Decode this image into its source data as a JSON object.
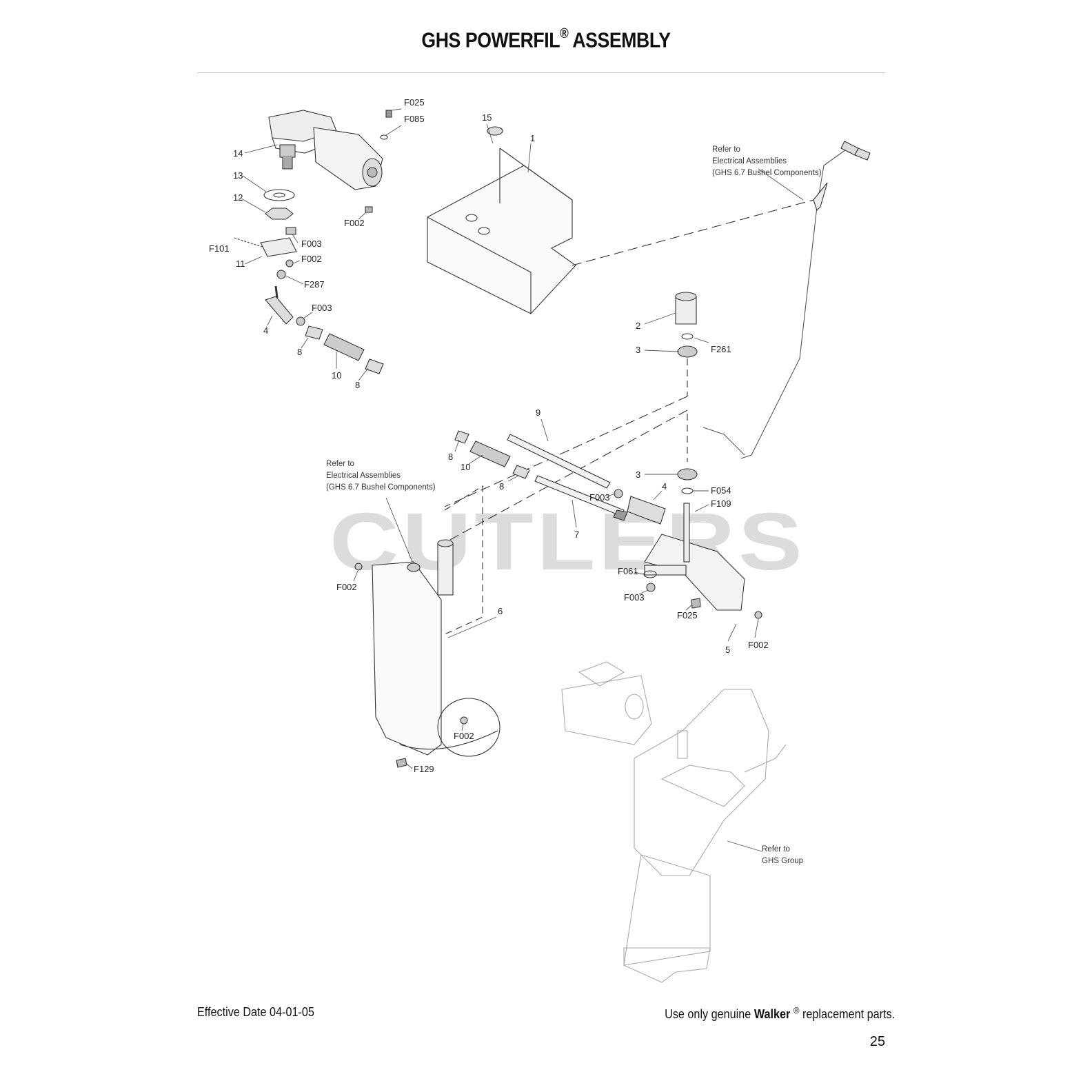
{
  "page": {
    "title_main": "GHS POWERFIL",
    "title_mark": "®",
    "title_tail": " ASSEMBLY",
    "watermark": "CUTLERS",
    "footer": {
      "effective_date": "Effective Date 04-01-05",
      "notice_pre": "Use only genuine ",
      "notice_brand": "Walker",
      "notice_mark": "®",
      "notice_post": " replacement parts."
    },
    "page_number": "25"
  },
  "callouts": {
    "c14": "14",
    "c13": "13",
    "c12": "12",
    "c11": "11",
    "c4a": "4",
    "cF101": "F101",
    "cF003a": "F003",
    "cF002a": "F002",
    "cF287": "F287",
    "cF003b": "F003",
    "c8a": "8",
    "c10a": "10",
    "c8b": "8",
    "cF002b": "F002",
    "cF025a": "F025",
    "cF085": "F085",
    "c15": "15",
    "c1": "1",
    "c2": "2",
    "c3a": "3",
    "cF261": "F261",
    "c9": "9",
    "c8c": "8",
    "c10b": "10",
    "c8d": "8",
    "cF003c": "F003",
    "c7": "7",
    "c3b": "3",
    "cF054": "F054",
    "c4b": "4",
    "cF109": "F109",
    "cF061": "F061",
    "cF003d": "F003",
    "cF025b": "F025",
    "c5": "5",
    "cF002c": "F002",
    "cF002d": "F002",
    "c6": "6",
    "cF002e": "F002",
    "cF129": "F129"
  },
  "notes": {
    "elec_top": [
      "Refer to",
      "Electrical Assemblies",
      "(GHS 6.7 Bushel Components)"
    ],
    "elec_mid": [
      "Refer to",
      "Electrical Assemblies",
      "(GHS 6.7 Bushel Components)"
    ],
    "ghs_group": [
      "Refer to",
      "GHS Group"
    ]
  }
}
